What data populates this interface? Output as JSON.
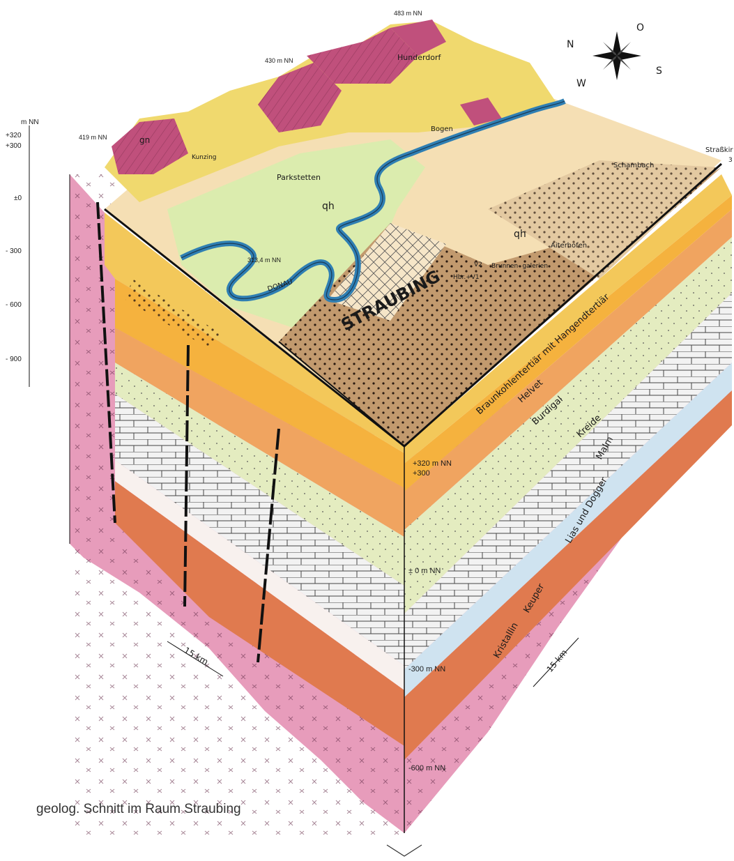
{
  "caption": "geolog. Schnitt im Raum Straubing",
  "scale": {
    "unit": "m NN",
    "ticks": [
      "+320",
      "+300",
      "±0",
      "- 300",
      "- 600",
      "- 900"
    ]
  },
  "elevations": {
    "left_peak": "419 m NN",
    "mid_peak": "430 m NN",
    "top_peak": "483 m NN",
    "river_level": "313,4 m NN"
  },
  "corner_axis": {
    "labels": [
      "+320 m NN",
      "+300",
      "± 0 m NN",
      "-300 m NN",
      "-600 m NN"
    ]
  },
  "compass": {
    "n": "N",
    "o": "O",
    "s": "S",
    "w": "W"
  },
  "places": {
    "hunderdorf": "Hunderdorf",
    "parkstetten": "Parkstetten",
    "straubing": "STRAUBING",
    "donau": "DONAU",
    "aiterhofen": "Aiterhofen",
    "schambach": "Schambach",
    "bogen": "Bogen",
    "strasskirchen": "Straßkir",
    "brunnen": "Brunnen-\ngalerien",
    "hbr": "Hbr.+V1",
    "v2": "V2",
    "kuenzing": "Kunzing",
    "three": "3"
  },
  "units": {
    "qh_1": "qh",
    "qh_2": "qh",
    "gn": "gn"
  },
  "layers": [
    {
      "name": "Braunkohlentertiär mit Hangendtertiär",
      "color": "#f3c85a"
    },
    {
      "name": "Helvet",
      "color": "#f5b23e"
    },
    {
      "name": "Burdigal",
      "color": "#f0a460"
    },
    {
      "name": "Kreide",
      "color": "#e4ecc0"
    },
    {
      "name": "Malm",
      "color": "#efefef"
    },
    {
      "name": "Lias und Dogger",
      "color": "#cfe3f0"
    },
    {
      "name": "Keuper",
      "color": "#e07a4f"
    },
    {
      "name": "Kristallin",
      "color": "#e79cbb"
    }
  ],
  "dimensions": {
    "left": "15 km",
    "right": "15 km"
  }
}
